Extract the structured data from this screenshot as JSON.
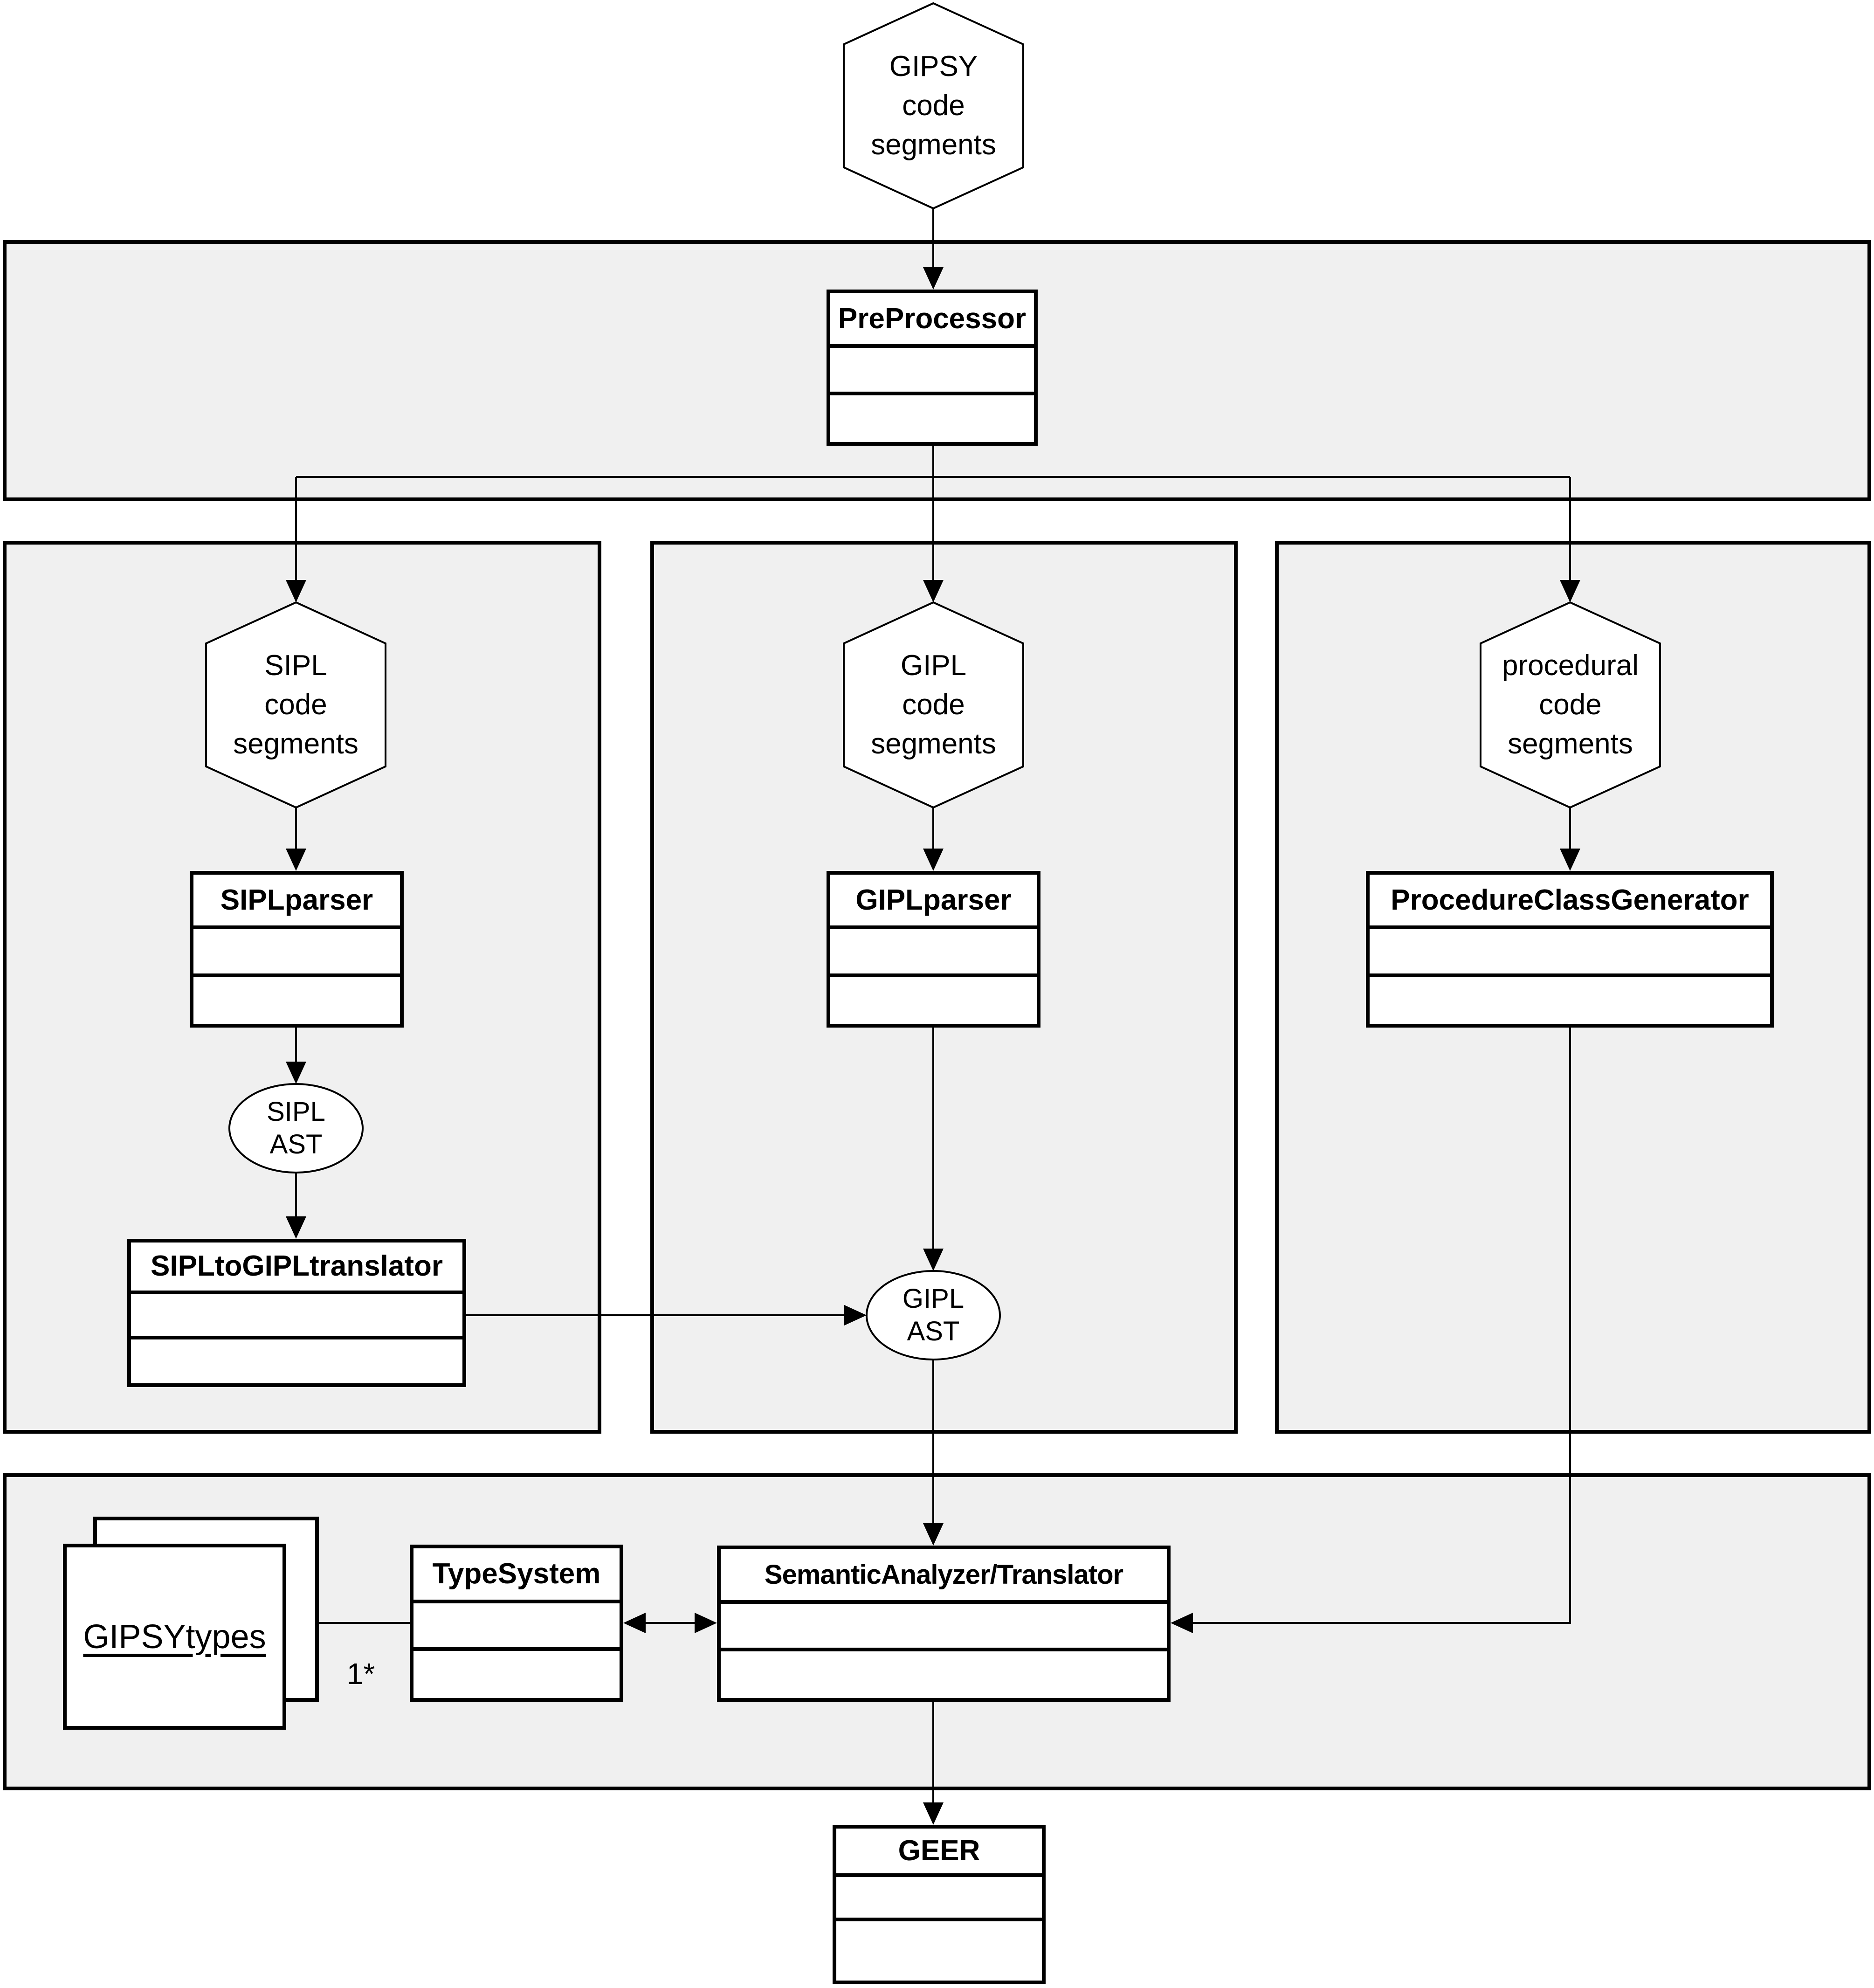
{
  "colors": {
    "panel_fill": "#f0f0f0",
    "stroke": "#000000",
    "shape_fill": "#ffffff"
  },
  "hexagons": {
    "gipsy": {
      "lines": [
        "GIPSY",
        "code",
        "segments"
      ]
    },
    "sipl": {
      "lines": [
        "SIPL",
        "code",
        "segments"
      ]
    },
    "gipl": {
      "lines": [
        "GIPL",
        "code",
        "segments"
      ]
    },
    "procedural": {
      "lines": [
        "procedural",
        "code",
        "segments"
      ]
    }
  },
  "classes": {
    "preprocessor": {
      "title": "PreProcessor"
    },
    "sipl_parser": {
      "title": "SIPLparser"
    },
    "gipl_parser": {
      "title": "GIPLparser"
    },
    "procedure_class_generator": {
      "title": "ProcedureClassGenerator"
    },
    "sipl_to_gipl_translator": {
      "title": "SIPLtoGIPLtranslator"
    },
    "type_system": {
      "title": "TypeSystem"
    },
    "semantic_analyzer": {
      "title": "SemanticAnalyzer/Translator"
    },
    "geer": {
      "title": "GEER"
    }
  },
  "ellipses": {
    "sipl_ast": {
      "lines": [
        "SIPL",
        "AST"
      ]
    },
    "gipl_ast": {
      "lines": [
        "GIPL",
        "AST"
      ]
    }
  },
  "objects": {
    "gipsy_types": {
      "label": "GIPSYtypes"
    }
  },
  "annotations": {
    "multiplicity": "1*"
  }
}
